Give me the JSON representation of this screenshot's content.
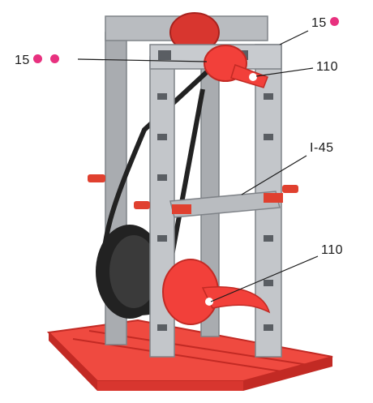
{
  "callouts": [
    {
      "id": "c1",
      "label": "15",
      "dots": 1
    },
    {
      "id": "c2",
      "label": "15",
      "dots": 2
    },
    {
      "id": "c3",
      "label": "110",
      "dots": 0
    },
    {
      "id": "c4",
      "label": "I-45",
      "dots": 0
    },
    {
      "id": "c5",
      "label": "110",
      "dots": 0
    }
  ],
  "colors": {
    "frame": "#b9bcc0",
    "frame_dark": "#8d9196",
    "red": "#f2403a",
    "red_dark": "#c22a24",
    "belt": "#222222",
    "base": "#ef4a40",
    "dot": "#e8317f"
  }
}
